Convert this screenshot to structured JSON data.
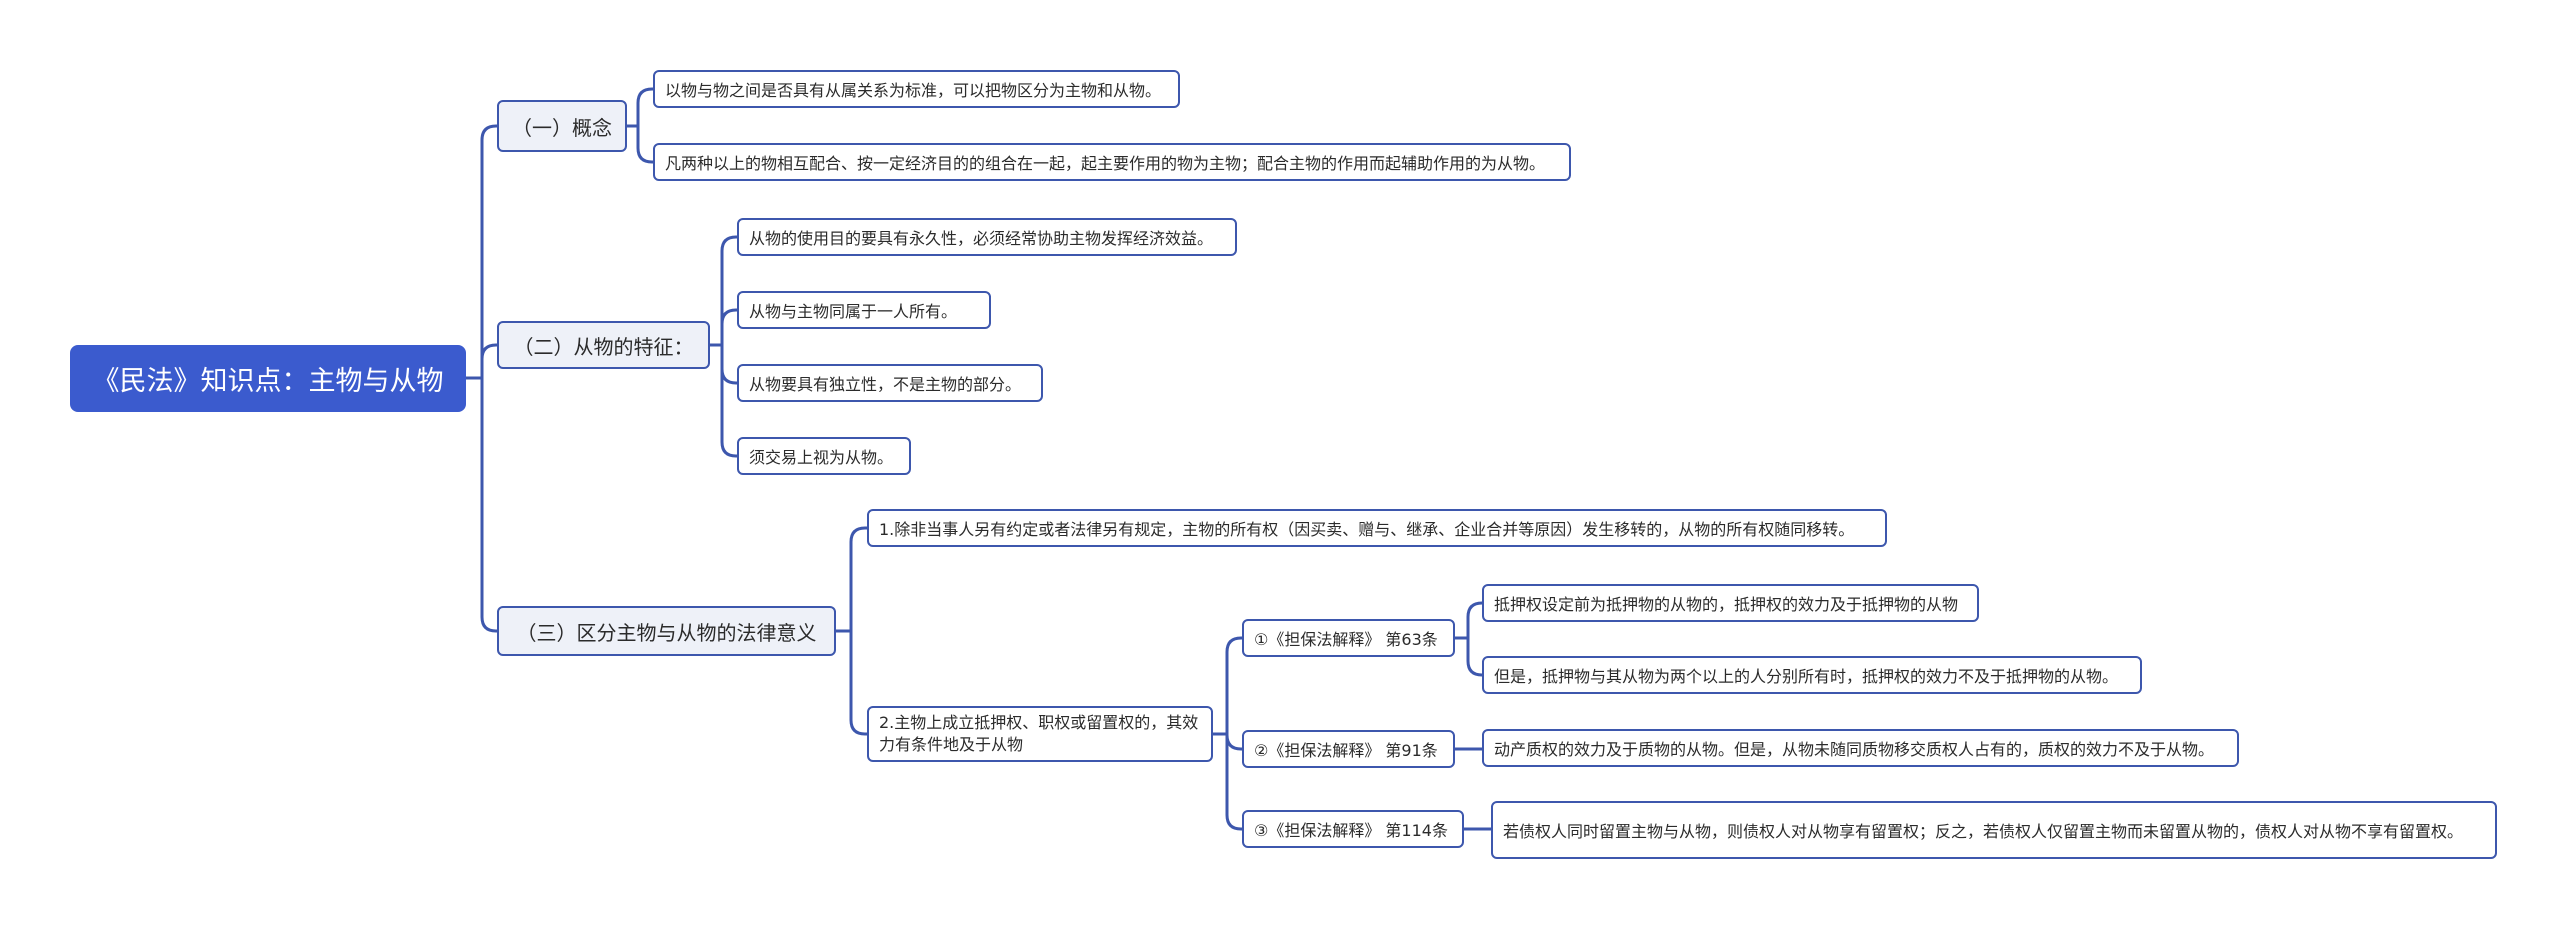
{
  "root": {
    "title": "《民法》知识点：主物与从物"
  },
  "sections": [
    {
      "label": "（一）概念",
      "items": [
        "以物与物之间是否具有从属关系为标准，可以把物区分为主物和从物。",
        "凡两种以上的物相互配合、按一定经济目的的组合在一起，起主要作用的物为主物；配合主物的作用而起辅助作用的为从物。"
      ]
    },
    {
      "label": "（二）从物的特征：",
      "items": [
        "从物的使用目的要具有永久性，必须经常协助主物发挥经济效益。",
        "从物与主物同属于一人所有。",
        "从物要具有独立性，不是主物的部分。",
        "须交易上视为从物。"
      ]
    },
    {
      "label": "（三）区分主物与从物的法律意义",
      "items": [
        "1.除非当事人另有约定或者法律另有规定，主物的所有权（因买卖、赠与、继承、企业合并等原因）发生移转的，从物的所有权随同移转。",
        "2.主物上成立抵押权、职权或留置权的，其效力有条件地及于从物"
      ],
      "subsections": [
        {
          "label": "①《担保法解释》 第63条",
          "items": [
            "抵押权设定前为抵押物的从物的，抵押权的效力及于抵押物的从物",
            "但是，抵押物与其从物为两个以上的人分别所有时，抵押权的效力不及于抵押物的从物。"
          ]
        },
        {
          "label": "②《担保法解释》 第91条",
          "items": [
            "动产质权的效力及于质物的从物。但是，从物未随同质物移交质权人占有的，质权的效力不及于从物。"
          ]
        },
        {
          "label": "③《担保法解释》 第114条",
          "items": [
            "若债权人同时留置主物与从物，则债权人对从物享有留置权；反之，若债权人仅留置主物而未留置从物的，债权人对从物不享有留置权。"
          ]
        }
      ]
    }
  ],
  "colors": {
    "root_fill": "#3b5bce",
    "connector": "#3d57ad",
    "node_border": "#3d57ad",
    "branch_fill": "#eef1f8"
  }
}
